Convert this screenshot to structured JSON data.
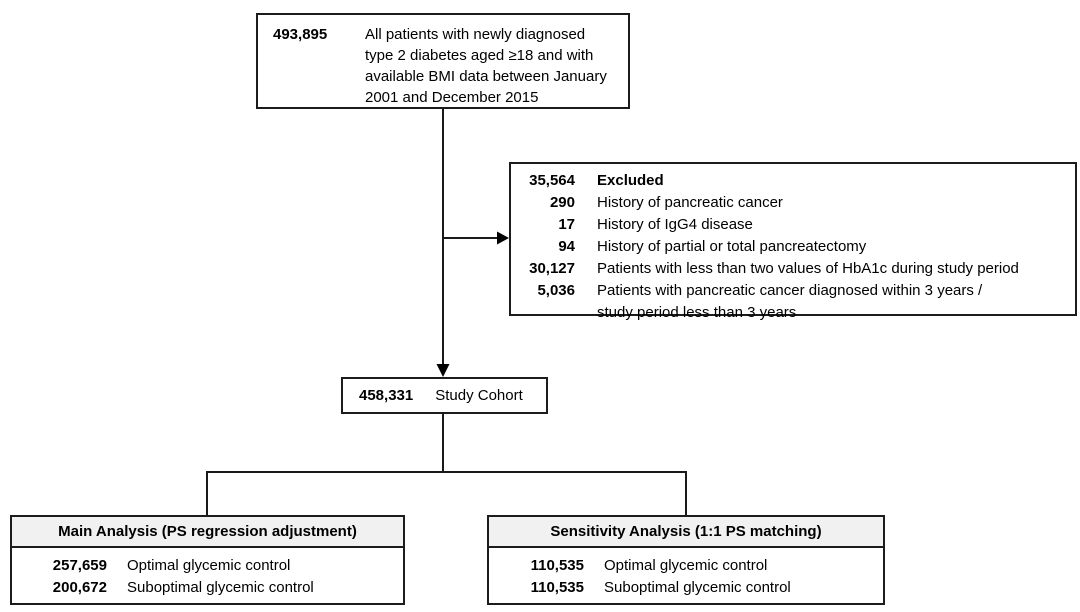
{
  "figure": {
    "enrollment": {
      "count": "493,895",
      "label": "All patients with newly diagnosed type 2 diabetes aged ≥18 and with available BMI data between January 2001 and December 2015"
    },
    "excluded": {
      "count": "35,564",
      "title": "Excluded",
      "rows": [
        {
          "count": "290",
          "label": "History of pancreatic cancer"
        },
        {
          "count": "17",
          "label": "History of IgG4 disease"
        },
        {
          "count": "94",
          "label": "History of partial or total pancreatectomy"
        },
        {
          "count": "30,127",
          "label": "Patients with less than two values of HbA1c during study period"
        },
        {
          "count": "5,036",
          "label": "Patients with pancreatic cancer diagnosed within 3 years /",
          "label_cont": "study period less than 3 years"
        }
      ]
    },
    "cohort": {
      "count": "458,331",
      "label": "Study Cohort"
    },
    "main_analysis": {
      "title": "Main Analysis (PS regression adjustment)",
      "rows": [
        {
          "count": "257,659",
          "label": "Optimal glycemic control"
        },
        {
          "count": "200,672",
          "label": "Suboptimal glycemic control"
        }
      ]
    },
    "sensitivity_analysis": {
      "title": "Sensitivity Analysis (1:1 PS matching)",
      "rows": [
        {
          "count": "110,535",
          "label": "Optimal glycemic control"
        },
        {
          "count": "110,535",
          "label": "Suboptimal glycemic control"
        }
      ]
    }
  },
  "colors": {
    "border": "#1c1c1c",
    "line": "#1a1a1a",
    "header_bg": "#f1f1f1",
    "text": "#000000"
  }
}
